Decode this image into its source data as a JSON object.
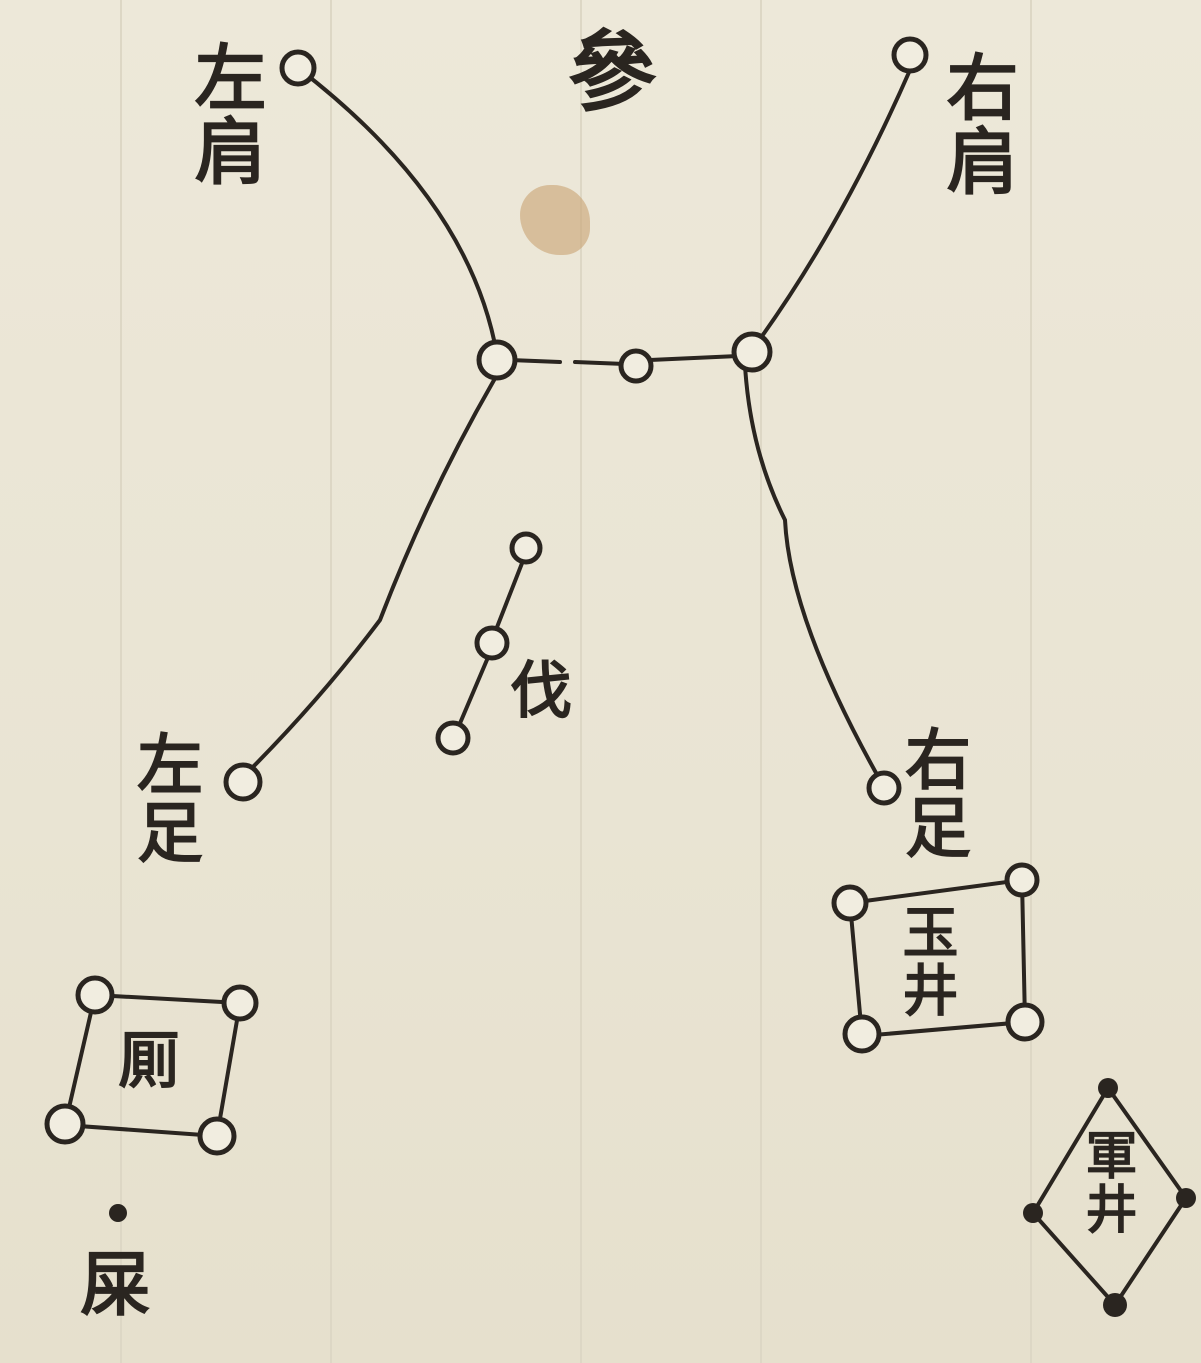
{
  "title": "參",
  "labels": {
    "left_shoulder": "左肩",
    "right_shoulder": "右肩",
    "left_foot": "左足",
    "right_foot": "右足",
    "fa": "伐",
    "yujing": "玉井",
    "ce": "厠",
    "shi": "屎",
    "junjing": "軍井"
  },
  "colors": {
    "ink": "#2a2520",
    "paper": "#ebe6d6"
  }
}
